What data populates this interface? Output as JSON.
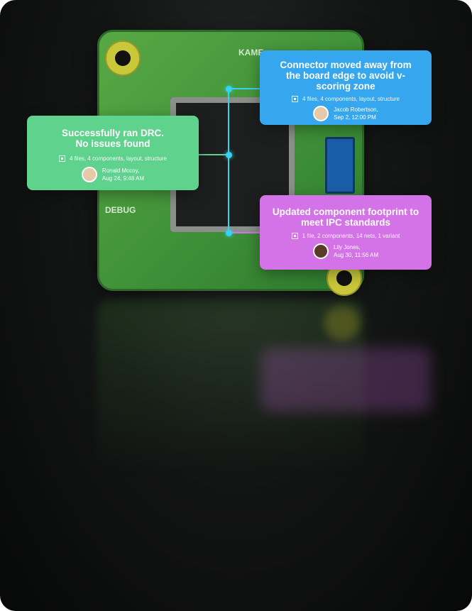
{
  "board": {
    "silk_top": "KAME",
    "silk_debug": "DEBUG"
  },
  "cards": [
    {
      "title": "Successfully ran DRC. No issues found",
      "meta": "4 files, 4 components, layout, structure",
      "author": "Ronald Mccoy,",
      "time": "Aug 24, 9:48 AM",
      "color": "#5fd38e"
    },
    {
      "title": "Connector moved away from the board edge to avoid v-scoring zone",
      "meta": "4 files, 4 components, layout, structure",
      "author": "Jacob Robertson,",
      "time": "Sep 2, 12:00 PM",
      "color": "#36a6ee"
    },
    {
      "title": "Updated component footprint to meet IPC standards",
      "meta": "1 file, 2 components, 14 nets, 1 variant",
      "author": "Lily Jones,",
      "time": "Aug 30, 11:56 AM",
      "color": "#d473e8"
    }
  ]
}
